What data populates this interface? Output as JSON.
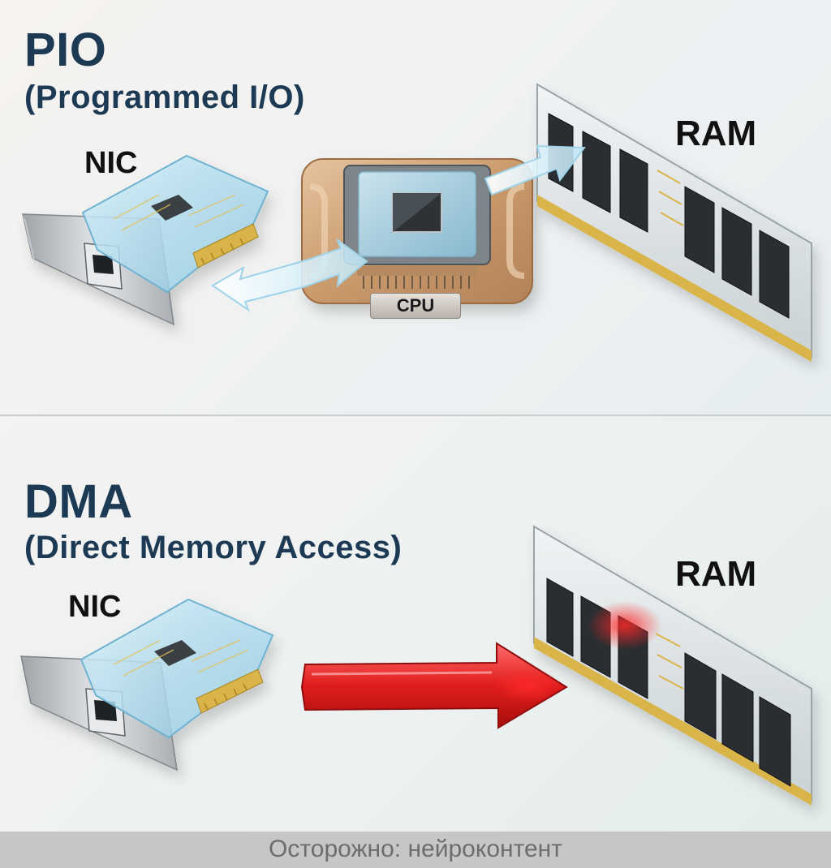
{
  "pio": {
    "title": "PIO",
    "subtitle": "(Programmed I/O)",
    "nic_label": "NIC",
    "ram_label": "RAM",
    "cpu_label": "CPU"
  },
  "dma": {
    "title": "DMA",
    "subtitle": "(Direct Memory Access)",
    "nic_label": "NIC",
    "ram_label": "RAM"
  },
  "footer": {
    "text": "Осторожно: нейроконтент"
  },
  "colors": {
    "title": "#1d3a55",
    "pio_arrow": "#cfe8f4",
    "dma_arrow": "#e01d1d",
    "ram_chip": "#2a2d30",
    "pcb_gold": "#d9b44a",
    "cpu_copper": "#c99a6b"
  },
  "icons": {
    "nic": "network-card-icon",
    "ram": "ram-module-icon",
    "cpu": "cpu-chip-icon"
  }
}
